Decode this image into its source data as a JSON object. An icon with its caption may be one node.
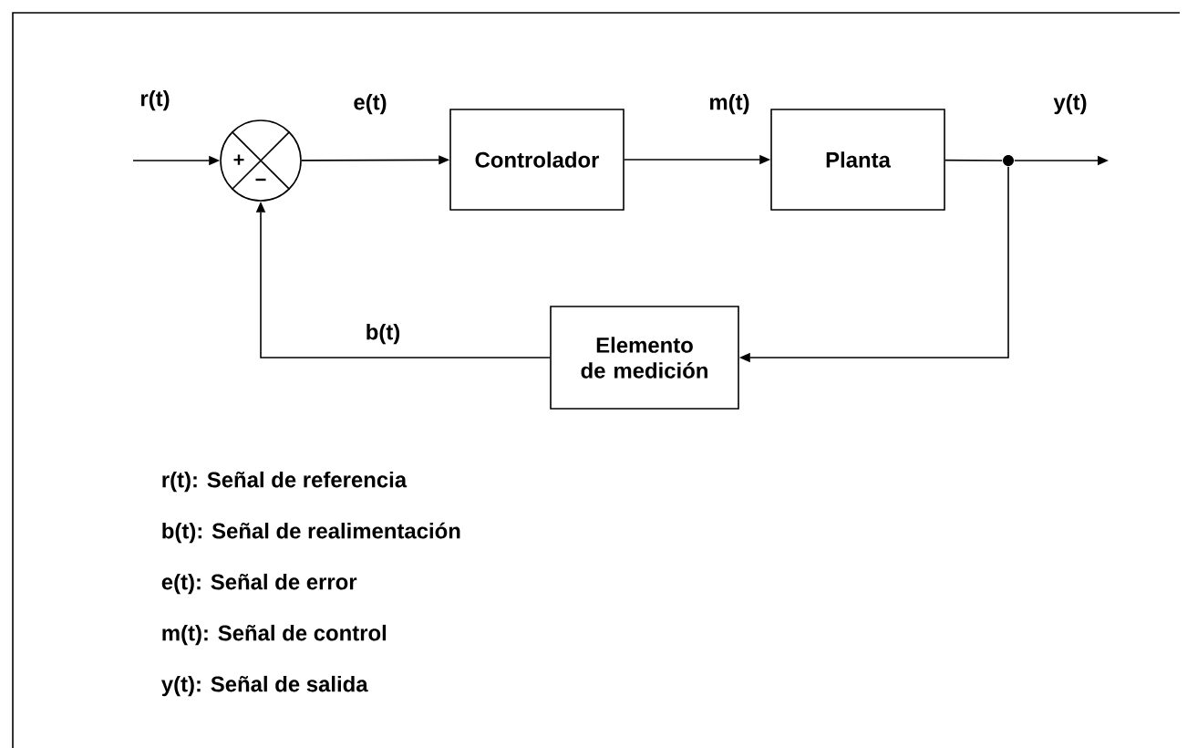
{
  "diagram": {
    "nodes": [
      {
        "text": [
          "+",
          "−"
        ]
      },
      {
        "text": [
          "Controlador"
        ]
      },
      {
        "text": [
          "Planta"
        ]
      },
      {
        "text": [],
        "shape": "circle"
      },
      {
        "text": [
          "Elemento de medición"
        ]
      }
    ],
    "edges": [
      {
        "from": null,
        "to": 0,
        "arrow": "to",
        "label": "r(t)"
      },
      {
        "from": 0,
        "to": 1,
        "arrow": "to",
        "label": "e(t)"
      },
      {
        "from": 1,
        "to": 2,
        "arrow": "to",
        "label": "m(t)"
      },
      {
        "from": 2,
        "to": 3,
        "arrow": "none"
      },
      {
        "from": 3,
        "to": null,
        "arrow": "to",
        "label": "y(t)"
      },
      {
        "from": 3,
        "to": 4,
        "arrow": "to"
      },
      {
        "from": 4,
        "to": 0,
        "arrow": "to",
        "label": "b(t)"
      }
    ],
    "labels": [
      "r(t): Señal de referencia",
      "b(t): Señal de realimentación",
      "e(t): Señal de error",
      "m(t): Señal de control",
      "y(t): Señal de salida"
    ]
  }
}
